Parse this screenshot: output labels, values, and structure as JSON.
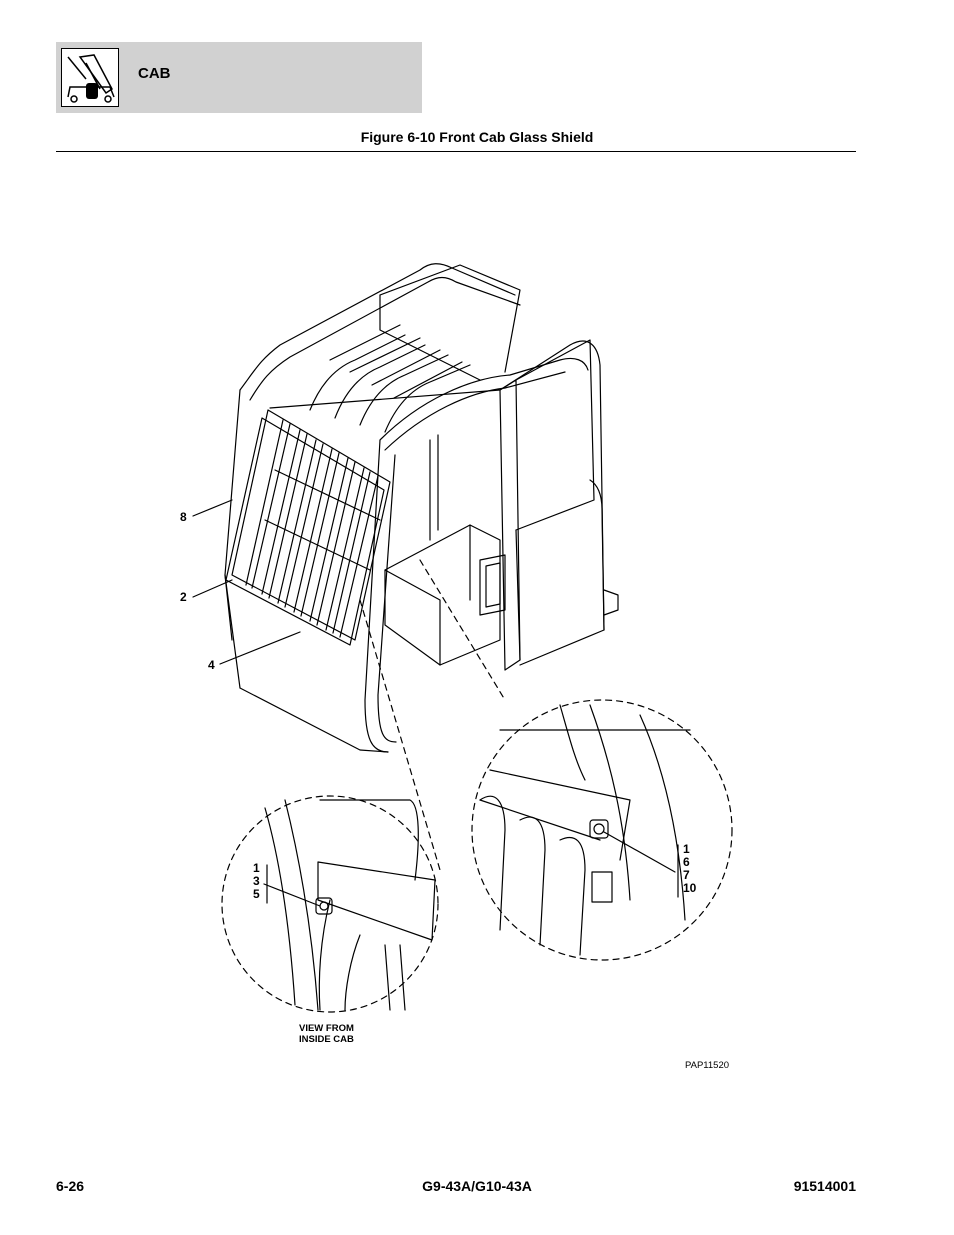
{
  "header": {
    "section_title": "CAB",
    "logo_icon": "aerial-lift-machine-icon"
  },
  "figure": {
    "title": "Figure 6-10 Front Cab Glass Shield",
    "callouts": [
      "8",
      "2",
      "4"
    ],
    "detail_left_callouts": [
      "1",
      "3",
      "5"
    ],
    "detail_right_callouts": [
      "1",
      "6",
      "7",
      "10"
    ],
    "view_note_line1": "VIEW FROM",
    "view_note_line2": "INSIDE CAB",
    "drawing_number": "PAP11520"
  },
  "footer": {
    "page_number": "6-26",
    "model": "G9-43A/G10-43A",
    "doc_number": "91514001"
  }
}
